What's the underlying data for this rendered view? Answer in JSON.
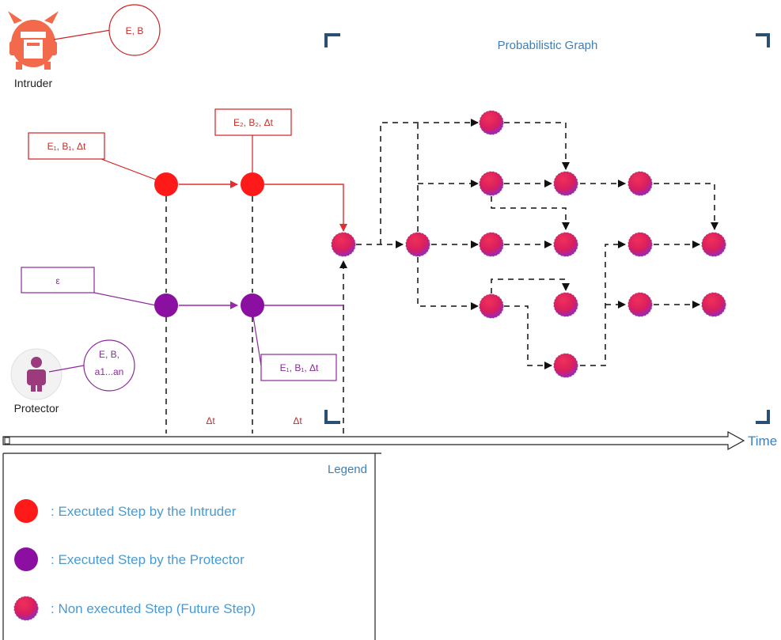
{
  "colors": {
    "intruder": "#ff1a1a",
    "protector": "#8b0fa0",
    "future": "#e0205a",
    "future_shadow": "#7a2bd0",
    "intruder_line": "#e03030",
    "protector_line": "#9a2aa8",
    "label_blue": "#3f7fb4"
  },
  "icons": {
    "intruder": "monster-icon",
    "protector": "person-icon"
  },
  "actors": {
    "intruder": {
      "name": "Intruder",
      "knowledge": "E, B"
    },
    "protector": {
      "name": "Protector",
      "knowledge_line1": "E, B,",
      "knowledge_line2": "a1...an"
    }
  },
  "graph_title": "Probabilistic Graph",
  "step_labels": {
    "intruder_step1": "E₁, B₁, Δt",
    "intruder_step2": "E₂, B₂, Δt",
    "protector_start": "ε",
    "protector_step": "E₁, B₁, Δt"
  },
  "interval_labels": [
    "Δt",
    "Δt"
  ],
  "time_axis": "Time",
  "legend": {
    "title": "Legend",
    "items": [
      {
        "type": "intruder",
        "label": ": Executed Step by the Intruder"
      },
      {
        "type": "protector",
        "label": ": Executed Step by the Protector"
      },
      {
        "type": "future",
        "label": ": Non executed Step (Future Step)"
      }
    ]
  }
}
